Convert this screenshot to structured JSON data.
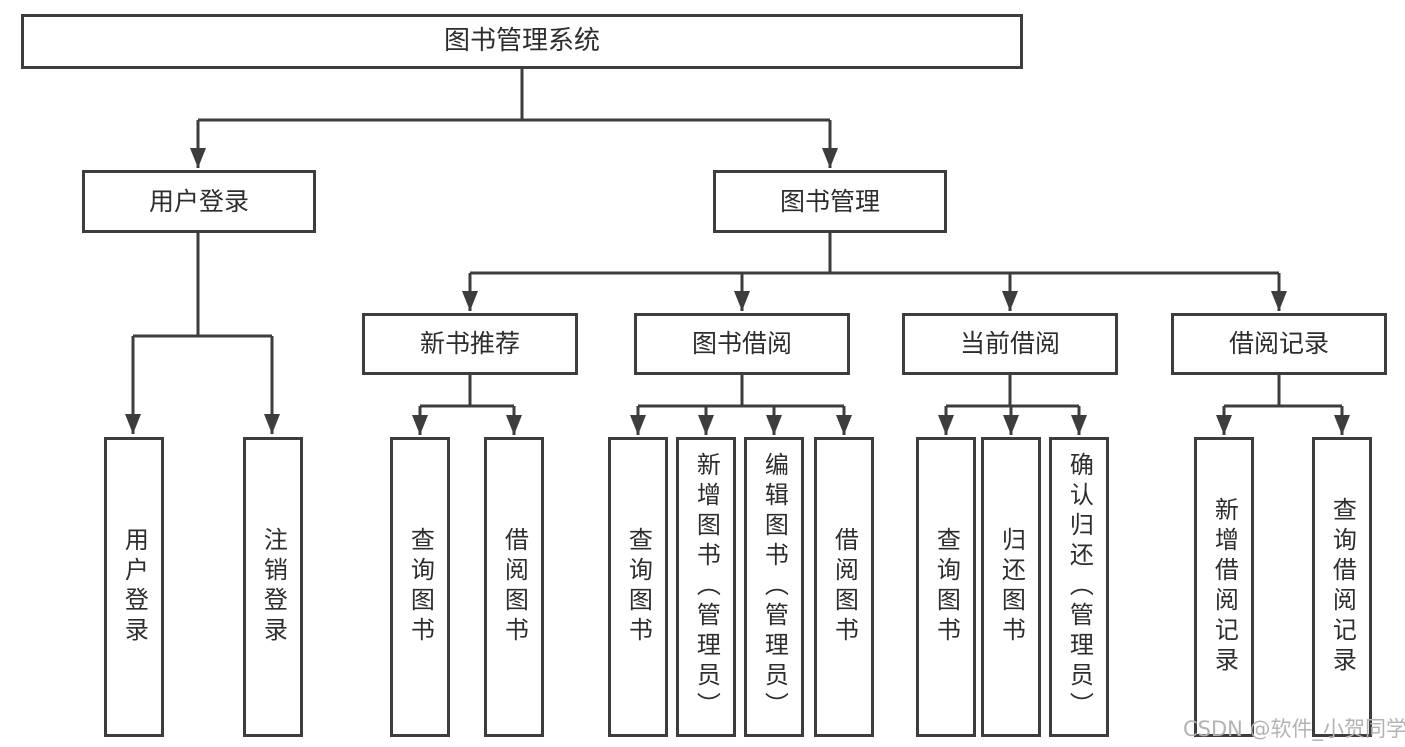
{
  "root_label": "图书管理系统",
  "level2": {
    "user": "用户登录",
    "mgmt": "图书管理"
  },
  "level3": {
    "recommend": "新书推荐",
    "borrow": "图书借阅",
    "current": "当前借阅",
    "records": "借阅记录"
  },
  "leaves": {
    "user": [
      "用户登录",
      "注销登录"
    ],
    "recommend": [
      "查询图书",
      "借阅图书"
    ],
    "borrow": [
      "查询图书",
      "新增图书（管理员）",
      "编辑图书（管理员）",
      "借阅图书"
    ],
    "current": [
      "查询图书",
      "归还图书",
      "确认归还（管理员）"
    ],
    "records": [
      "新增借阅记录",
      "查询借阅记录"
    ]
  },
  "watermark": "CSDN @软件_小贺同学",
  "colors": {
    "line": "#3d3d3d",
    "text": "#2d2d2d",
    "watermark": "#b3b3b3",
    "background": "#ffffff"
  }
}
